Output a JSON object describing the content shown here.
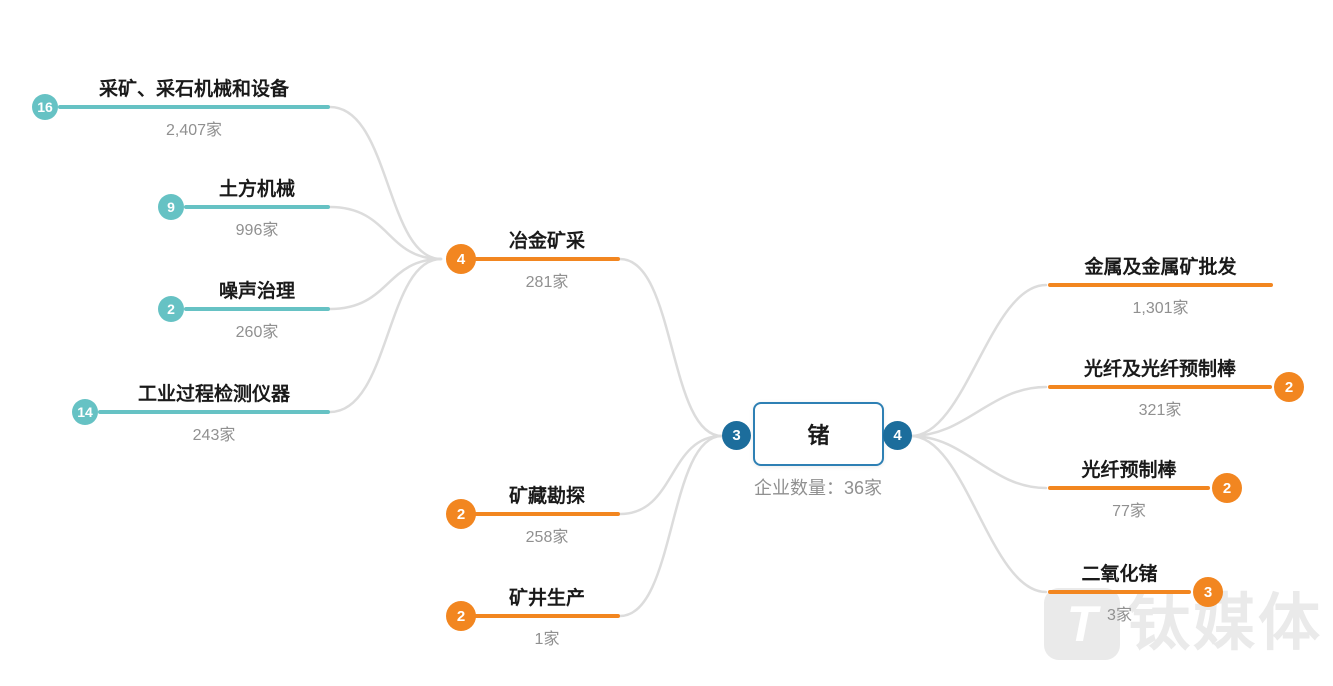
{
  "diagram": {
    "center": {
      "title": "锗",
      "subtitle": "企业数量：36家",
      "left_badge": "3",
      "right_badge": "4"
    },
    "upstream_leaf_nodes": [
      {
        "label": "采矿、采石机械和设备",
        "count": "2,407家",
        "badge": "16"
      },
      {
        "label": "土方机械",
        "count": "996家",
        "badge": "9"
      },
      {
        "label": "噪声治理",
        "count": "260家",
        "badge": "2"
      },
      {
        "label": "工业过程检测仪器",
        "count": "243家",
        "badge": "14"
      }
    ],
    "upstream_nodes": [
      {
        "label": "冶金矿采",
        "count": "281家",
        "badge": "4"
      },
      {
        "label": "矿藏勘探",
        "count": "258家",
        "badge": "2"
      },
      {
        "label": "矿井生产",
        "count": "1家",
        "badge": "2"
      }
    ],
    "downstream_nodes": [
      {
        "label": "金属及金属矿批发",
        "count": "1,301家"
      },
      {
        "label": "光纤及光纤预制棒",
        "count": "321家",
        "badge": "2"
      },
      {
        "label": "光纤预制棒",
        "count": "77家",
        "badge": "2"
      },
      {
        "label": "二氧化锗",
        "count": "3家",
        "badge": "3"
      }
    ],
    "watermark": {
      "logo_letter": "T",
      "text": "钛媒体"
    },
    "colors": {
      "teal": "#66c2c4",
      "orange": "#f28620",
      "badge_blue": "#1c6d9c",
      "center_border": "#2e80b4",
      "connector": "#dcdcdc",
      "label_text": "#1a1a1a",
      "count_text": "#909090",
      "watermark": "#eaeaea"
    }
  }
}
